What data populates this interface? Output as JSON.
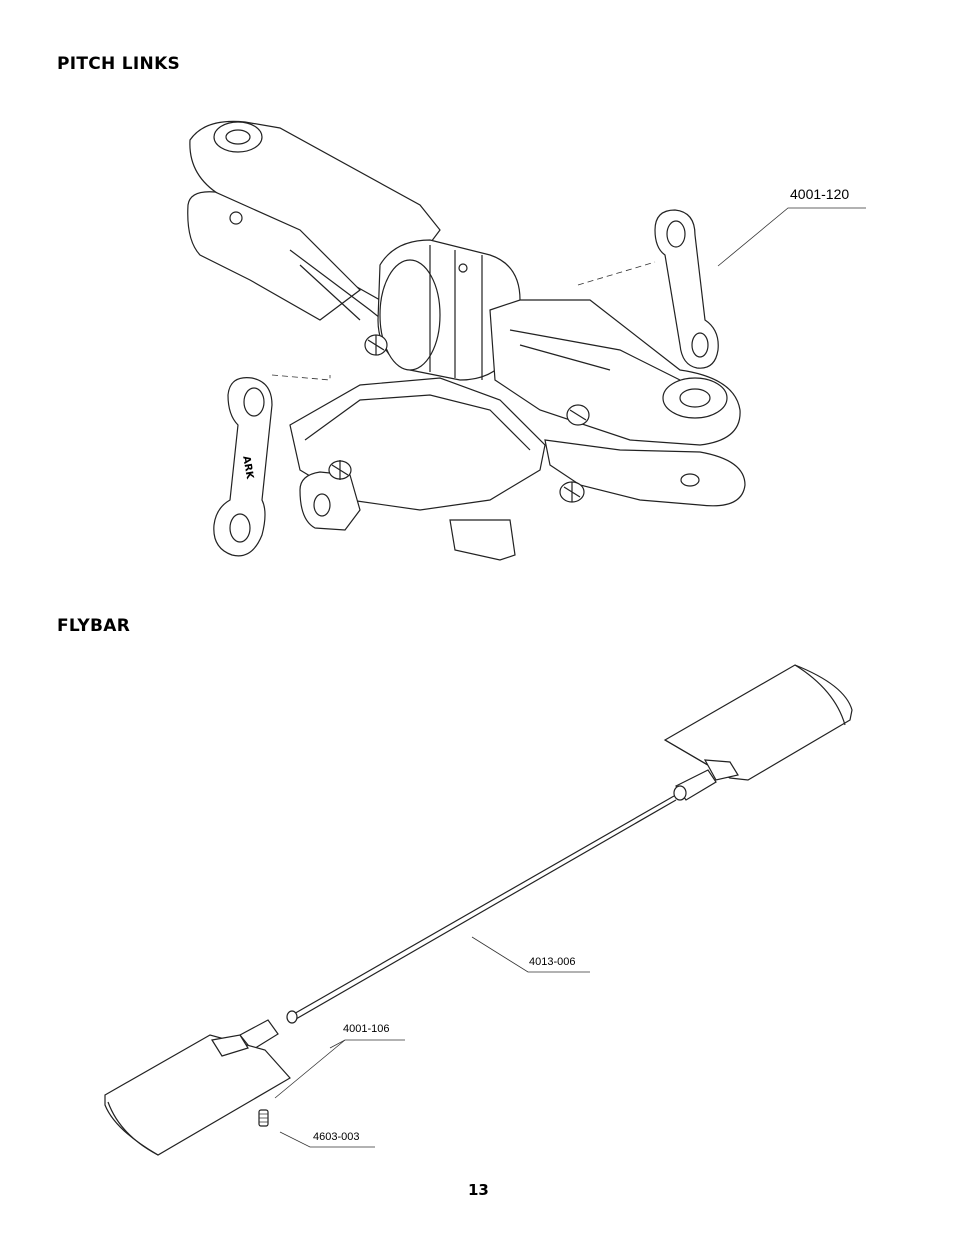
{
  "sections": {
    "pitch_links": {
      "title": "PITCH LINKS"
    },
    "flybar": {
      "title": "FLYBAR"
    }
  },
  "part_numbers": {
    "pitch_link": "4001-120",
    "flybar_rod": "4013-006",
    "paddle": "4001-106",
    "set_screw": "4603-003"
  },
  "pitch_link_imprint": "ARK",
  "page_number": "13"
}
